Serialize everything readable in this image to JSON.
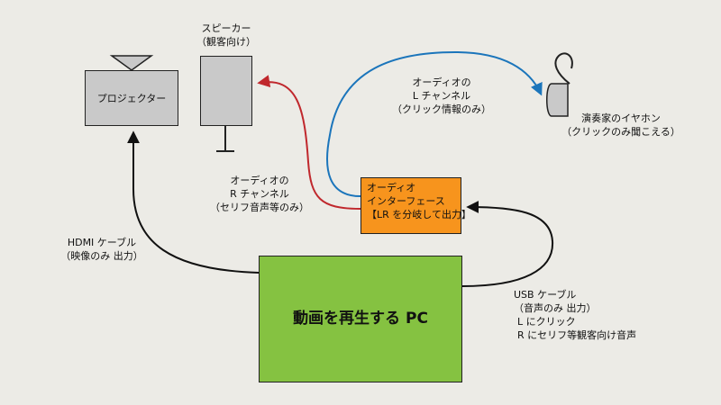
{
  "devices": {
    "pc": {
      "label": "動画を再生する PC",
      "color": "#85c241"
    },
    "projector": {
      "label": "プロジェクター",
      "color": "#c9c9c9"
    },
    "speaker": {
      "label_line1": "スピーカー",
      "label_line2": "（観客向け）",
      "color": "#c9c9c9"
    },
    "interface": {
      "line1": "オーディオ",
      "line2": "インターフェース",
      "line3": "【LR を分岐して出力】",
      "color": "#f7941d"
    },
    "earphone": {
      "label_line1": "演奏家のイヤホン",
      "label_line2": "（クリックのみ聞こえる）"
    }
  },
  "connections": {
    "hdmi": {
      "line1": "HDMI ケーブル",
      "line2": "（映像のみ 出力）",
      "color": "#111111"
    },
    "usb": {
      "line1": "USB ケーブル",
      "line2": "（音声のみ 出力）",
      "line3": "L にクリック",
      "line4": "R にセリフ等観客向け音声",
      "color": "#111111"
    },
    "audio_r": {
      "line1": "オーディオの",
      "line2": "R チャンネル",
      "line3": "（セリフ音声等のみ）",
      "color": "#c0282d"
    },
    "audio_l": {
      "line1": "オーディオの",
      "line2": "L チャンネル",
      "line3": "（クリック情報のみ）",
      "color": "#1b75bb"
    }
  }
}
